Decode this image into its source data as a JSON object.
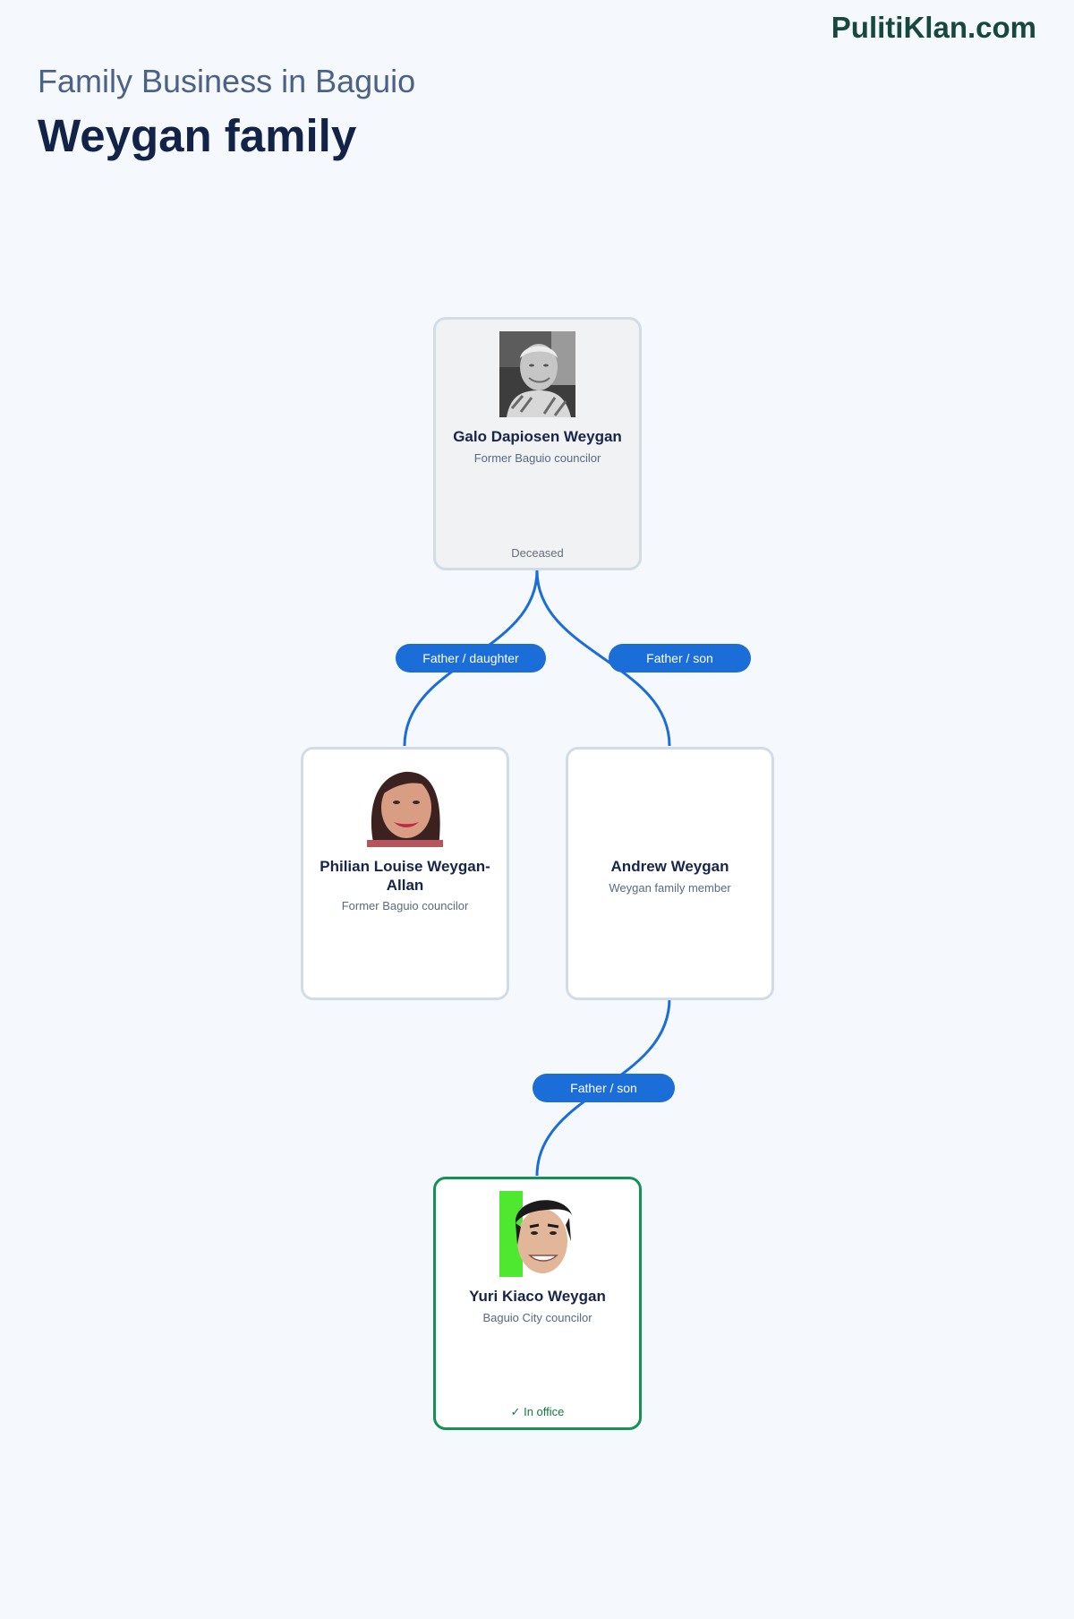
{
  "header": {
    "brand": "PulitiKlan.com",
    "subtitle": "Family Business in Baguio",
    "title": "Weygan family"
  },
  "colors": {
    "connector": "#1b6dd8",
    "active_border": "#129257",
    "card_border": "#d3dce6"
  },
  "members": {
    "galo": {
      "name": "Galo Dapiosen Weygan",
      "role": "Former Baguio councilor",
      "status": "Deceased",
      "photo": "portrait-elderly-man"
    },
    "philian": {
      "name": "Philian Louise Weygan-Allan",
      "role": "Former Baguio councilor",
      "photo": "portrait-woman"
    },
    "andrew": {
      "name": "Andrew Weygan",
      "role": "Weygan family member"
    },
    "yuri": {
      "name": "Yuri Kiaco Weygan",
      "role": "Baguio City councilor",
      "status": "✓ In office",
      "photo": "portrait-young-man"
    }
  },
  "relations": [
    {
      "from": "Galo Dapiosen Weygan",
      "to": "Philian Louise Weygan-Allan",
      "label": "Father / daughter"
    },
    {
      "from": "Galo Dapiosen Weygan",
      "to": "Andrew Weygan",
      "label": "Father / son"
    },
    {
      "from": "Andrew Weygan",
      "to": "Yuri Kiaco Weygan",
      "label": "Father / son"
    }
  ]
}
